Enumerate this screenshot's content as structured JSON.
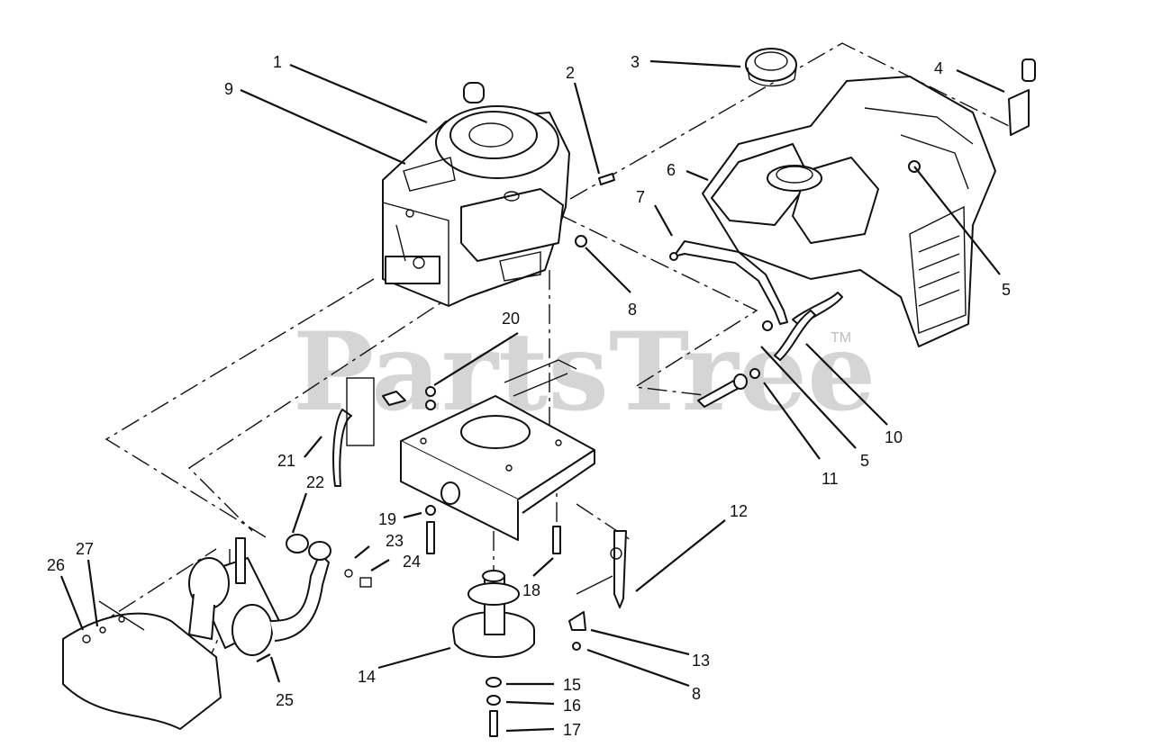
{
  "watermark": {
    "text": "PartsTree",
    "trademark": "TM"
  },
  "callouts": [
    {
      "id": "c1",
      "label": "1"
    },
    {
      "id": "c2",
      "label": "2"
    },
    {
      "id": "c3",
      "label": "3"
    },
    {
      "id": "c4",
      "label": "4"
    },
    {
      "id": "c5a",
      "label": "5"
    },
    {
      "id": "c5b",
      "label": "5"
    },
    {
      "id": "c6",
      "label": "6"
    },
    {
      "id": "c7",
      "label": "7"
    },
    {
      "id": "c8a",
      "label": "8"
    },
    {
      "id": "c8b",
      "label": "8"
    },
    {
      "id": "c9",
      "label": "9"
    },
    {
      "id": "c10",
      "label": "10"
    },
    {
      "id": "c11",
      "label": "11"
    },
    {
      "id": "c12",
      "label": "12"
    },
    {
      "id": "c13",
      "label": "13"
    },
    {
      "id": "c14",
      "label": "14"
    },
    {
      "id": "c15",
      "label": "15"
    },
    {
      "id": "c16",
      "label": "16"
    },
    {
      "id": "c17",
      "label": "17"
    },
    {
      "id": "c18",
      "label": "18"
    },
    {
      "id": "c19",
      "label": "19"
    },
    {
      "id": "c20",
      "label": "20"
    },
    {
      "id": "c21",
      "label": "21"
    },
    {
      "id": "c22",
      "label": "22"
    },
    {
      "id": "c23",
      "label": "23"
    },
    {
      "id": "c24",
      "label": "24"
    },
    {
      "id": "c25",
      "label": "25"
    },
    {
      "id": "c26",
      "label": "26"
    },
    {
      "id": "c27",
      "label": "27"
    }
  ]
}
